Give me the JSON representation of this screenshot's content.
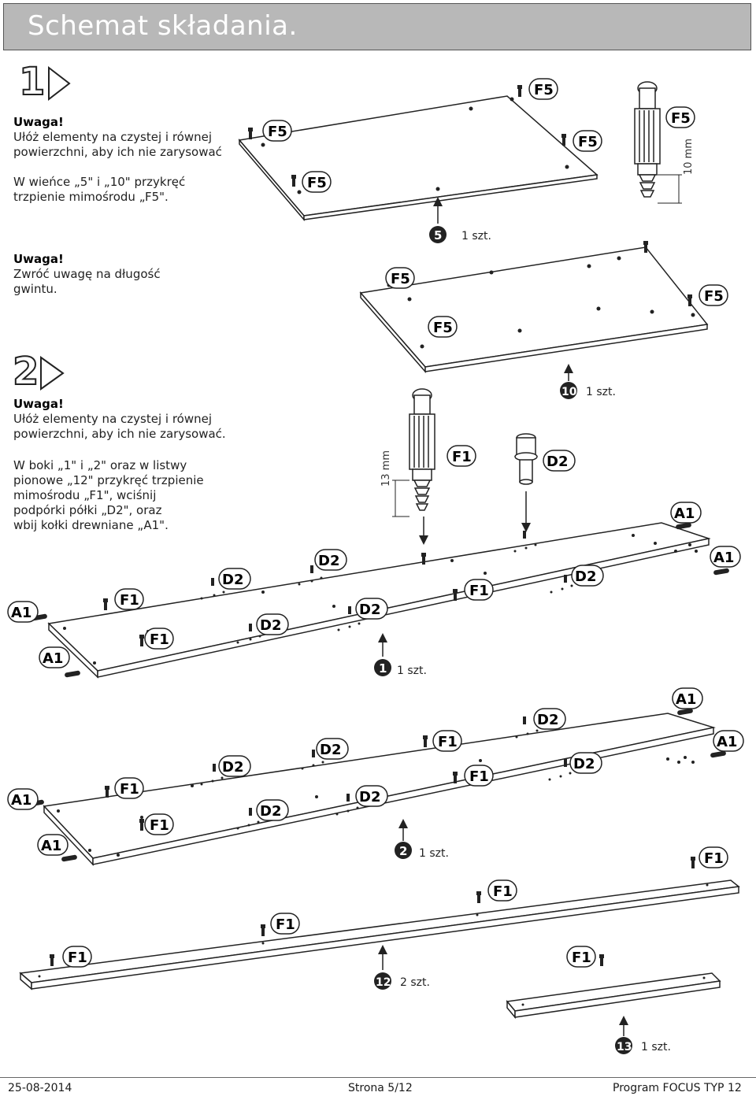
{
  "header": {
    "title": "Schemat składania."
  },
  "step1": {
    "number": "1",
    "warning_title": "Uwaga!",
    "warning_text_1": "Ułóż elementy na czystej i równej",
    "warning_text_2": "powierzchni, aby ich nie zarysować",
    "instruction_1": "W wieńce „5\" i „10\" przykręć",
    "instruction_2": "trzpienie mimośrodu „F5\".",
    "warning2_title": "Uwaga!",
    "warning2_text_1": "Zwróć uwagę na długość",
    "warning2_text_2": "gwintu.",
    "dimension": "10 mm"
  },
  "step2": {
    "number": "2",
    "warning_title": "Uwaga!",
    "warning_text_1": "Ułóż elementy na czystej i równej",
    "warning_text_2": "powierzchni, aby ich nie zarysować.",
    "instr_1": "W boki „1\" i „2\" oraz w listwy",
    "instr_2": "pionowe „12\" przykręć trzpienie",
    "instr_3": "mimośrodu „F1\", wciśnij",
    "instr_4": "podpórki półki „D2\", oraz",
    "instr_5": "wbij kołki drewniane „A1\".",
    "dimension": "13 mm"
  },
  "labels": {
    "f5": "F5",
    "f1": "F1",
    "d2": "D2",
    "a1": "A1"
  },
  "parts": [
    {
      "number": "5",
      "qty": "1 szt."
    },
    {
      "number": "10",
      "qty": "1 szt."
    },
    {
      "number": "1",
      "qty": "1 szt."
    },
    {
      "number": "2",
      "qty": "1 szt."
    },
    {
      "number": "12",
      "qty": "2 szt."
    },
    {
      "number": "13",
      "qty": "1 szt."
    }
  ],
  "footer": {
    "date": "25-08-2014",
    "page": "Strona 5/12",
    "program": "Program FOCUS TYP 12"
  }
}
